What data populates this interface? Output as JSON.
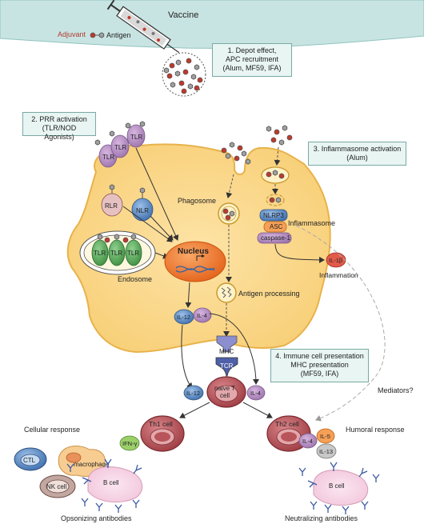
{
  "header": {
    "vaccine": "Vaccine",
    "adjuvant": "Adjuvant",
    "antigen": "Antigen"
  },
  "steps": {
    "s1": {
      "line1": "1. Depot effect,",
      "line2": "APC recruitment",
      "line3": "(Alum, MF59, IFA)"
    },
    "s2": {
      "line1": "2. PRR activation",
      "line2": "(TLR/NOD Agonists)"
    },
    "s3": {
      "line1": "3. Inflammasome activation",
      "line2": "(Alum)"
    },
    "s4": {
      "line1": "4. Immune cell presentation",
      "line2": "MHC presentation",
      "line3": "(MF59, IFA)"
    }
  },
  "receptors": {
    "tlr": "TLR",
    "rlr": "RLR",
    "nlr": "NLR"
  },
  "cell": {
    "phagosome": "Phagosome",
    "nucleus": "Nucleus",
    "endosome": "Endosome",
    "antigen_processing": "Antigen processing",
    "inflammasome": "Inflammasome",
    "nlrp3": "NLRP3",
    "asc": "ASC",
    "caspase": "caspase-1",
    "mhc": "MHC",
    "tcr": "TCR"
  },
  "cytokines": {
    "il12": "IL-12",
    "il4": "IL-4",
    "il1b": "IL-1β",
    "ifng": "IFN-γ",
    "il5": "IL-5",
    "il13": "IL-13"
  },
  "labels": {
    "inflammation": "Inflammation",
    "mediators": "Mediators?",
    "naive_t1": "naive T",
    "naive_t2": "cell",
    "th1": "Th1 cell",
    "th2": "Th2 cell",
    "cellular_response": "Cellular response",
    "humoral_response": "Humoral response",
    "ctl": "CTL",
    "macrophage": "macrophage",
    "nk_cell": "NK cell",
    "b_cell": "B cell",
    "opsonizing": "Opsonizing antibodies",
    "neutralizing": "Neutralizing antibodies"
  },
  "colors": {
    "tissue": "#c8e4e2",
    "cell_fill": "#fbd98c",
    "cell_edge": "#e8b24a",
    "nucleus": "#f07a2a",
    "tcell": "#b8555a",
    "tlr": "#b690c4",
    "green_tlr": "#59a85a",
    "blue_receptor": "#5b8bc4",
    "red_dot": "#c0392b"
  }
}
